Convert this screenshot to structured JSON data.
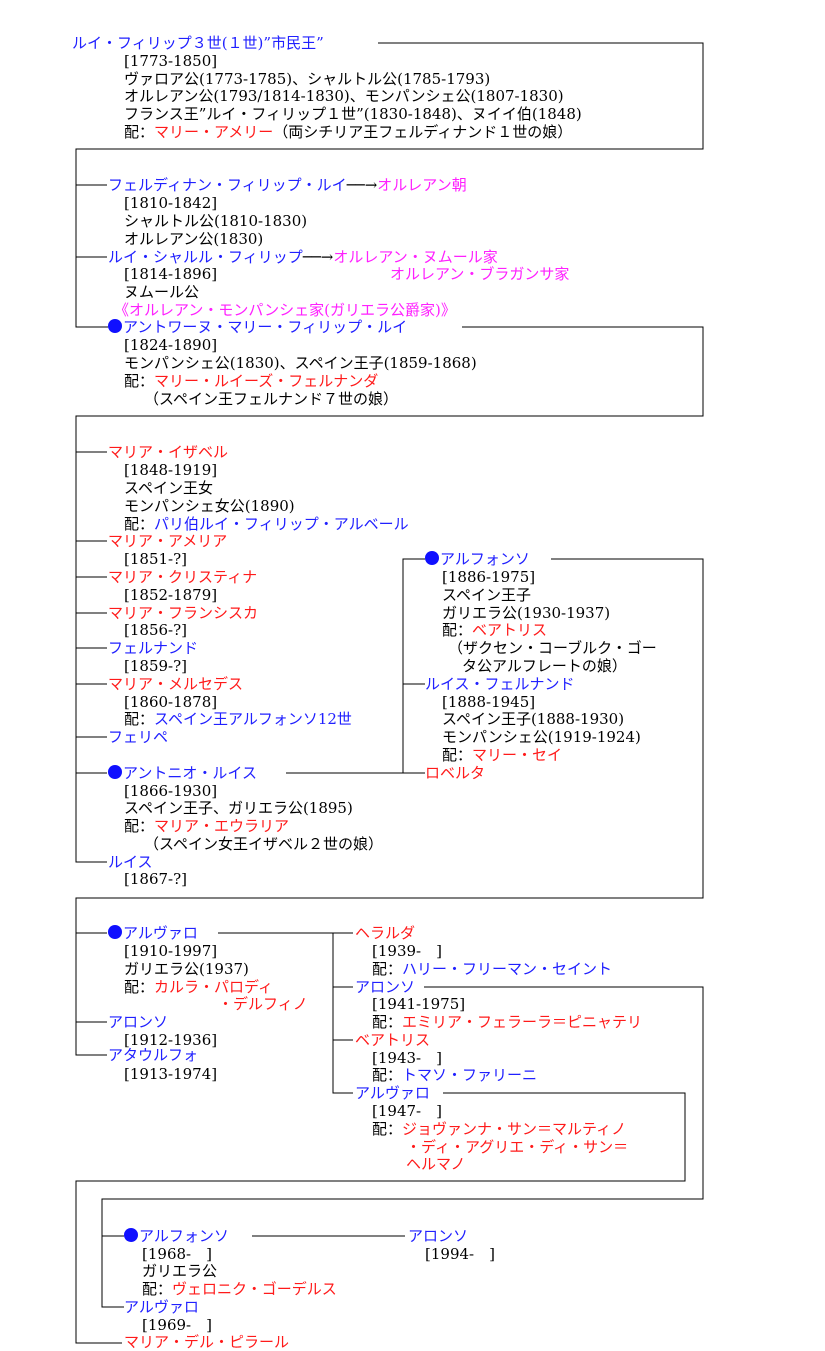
{
  "tree": {
    "root": {
      "name": "ルイ・フィリップ３世(１世)”市民王”",
      "years": "[1773-1850]",
      "titles1": "ヴァロア公(1773-1785)、シャルトル公(1785-1793)",
      "titles2": "オルレアン公(1793/1814-1830)、モンパンシェ公(1807-1830)",
      "titles3": "フランス王”ルイ・フィリップ１世”(1830-1848)、ヌイイ伯(1848)",
      "spouse_prefix": "配：",
      "spouse": "マリー・アメリー",
      "spouse_note": "（両シチリア王フェルディナンド１世の娘）"
    },
    "gen1": {
      "ferdinand": {
        "name": "フェルディナン・フィリップ・ルイ",
        "arrow": "──→",
        "link": "オルレアン朝",
        "years": "[1810-1842]",
        "t1": "シャルトル公(1810-1830)",
        "t2": "オルレアン公(1830)"
      },
      "louis": {
        "name": "ルイ・シャルル・フィリップ",
        "arrow": "──→",
        "link1": "オルレアン・ヌムール家",
        "link2": "オルレアン・ブラガンサ家",
        "years": "[1814-1896]",
        "t1": "ヌムール公"
      },
      "house_heading": "《オルレアン・モンパンシェ家(ガリエラ公爵家)》",
      "antoine": {
        "name": "アントワーヌ・マリー・フィリップ・ルイ",
        "years": "[1824-1890]",
        "t1": "モンパンシェ公(1830)、スペイン王子(1859-1868)",
        "spouse_prefix": "配：",
        "spouse": "マリー・ルイーズ・フェルナンダ",
        "spouse_note": "（スペイン王フェルナンド７世の娘）"
      }
    },
    "gen2": {
      "isabel": {
        "name": "マリア・イザベル",
        "years": "[1848-1919]",
        "t1": "スペイン王女",
        "t2": "モンパンシェ女公(1890)",
        "spouse_prefix": "配：",
        "spouse": "パリ伯ルイ・フィリップ・アルベール"
      },
      "amelia": {
        "name": "マリア・アメリア",
        "years": "[1851-?]"
      },
      "cristina": {
        "name": "マリア・クリスティナ",
        "years": "[1852-1879]"
      },
      "francisca": {
        "name": "マリア・フランシスカ",
        "years": "[1856-?]"
      },
      "fernando": {
        "name": "フェルナンド",
        "years": "[1859-?]"
      },
      "mercedes": {
        "name": "マリア・メルセデス",
        "years": "[1860-1878]",
        "spouse_prefix": "配：",
        "spouse": "スペイン王アルフォンソ12世"
      },
      "felipe": {
        "name": "フェリペ"
      },
      "antonio": {
        "name": "アントニオ・ルイス",
        "years": "[1866-1930]",
        "t1": "スペイン王子、ガリエラ公(1895)",
        "spouse_prefix": "配：",
        "spouse": "マリア・エウラリア",
        "spouse_note": "（スペイン女王イザベル２世の娘）"
      },
      "luis": {
        "name": "ルイス",
        "years": "[1867-?]"
      }
    },
    "gen3": {
      "alfonso": {
        "name": "アルフォンソ",
        "years": "[1886-1975]",
        "t1": "スペイン王子",
        "t2": "ガリエラ公(1930-1937)",
        "spouse_prefix": "配：",
        "spouse": "ベアトリス",
        "spouse_note1": "（ザクセン・コーブルク・ゴー",
        "spouse_note2": "タ公アルフレートの娘）"
      },
      "luis_fernando": {
        "name": "ルイス・フェルナンド",
        "years": "[1888-1945]",
        "t1": "スペイン王子(1888-1930)",
        "t2": "モンパンシェ公(1919-1924)",
        "spouse_prefix": "配：",
        "spouse": "マリー・セイ"
      },
      "roberta": {
        "name": "ロベルタ"
      }
    },
    "gen4": {
      "alvaro": {
        "name": "アルヴァロ",
        "years": "[1910-1997]",
        "t1": "ガリエラ公(1937)",
        "spouse_prefix": "配：",
        "spouse1": "カルラ・パロディ",
        "spouse2": "・デルフィノ"
      },
      "alonso": {
        "name": "アロンソ",
        "years": "[1912-1936]"
      },
      "ataulfo": {
        "name": "アタウルフォ",
        "years": "[1913-1974]"
      }
    },
    "gen5": {
      "gerarda": {
        "name": "ヘラルダ",
        "years": "[1939-　]",
        "spouse_prefix": "配：",
        "spouse": "ハリー・フリーマン・セイント"
      },
      "alonso": {
        "name": "アロンソ",
        "years": "[1941-1975]",
        "spouse_prefix": "配：",
        "spouse": "エミリア・フェラーラ＝ピニャテリ"
      },
      "beatriz": {
        "name": "ベアトリス",
        "years": "[1943-　]",
        "spouse_prefix": "配：",
        "spouse": "トマソ・ファリーニ"
      },
      "alvaro": {
        "name": "アルヴァロ",
        "years": "[1947-　]",
        "spouse_prefix": "配：",
        "spouse1": "ジョヴァンナ・サン＝マルティノ",
        "spouse2": "・ディ・アグリエ・ディ・サン＝",
        "spouse3": "ヘルマノ"
      }
    },
    "gen6": {
      "alfonso": {
        "name": "アルフォンソ",
        "years": "[1968-　]",
        "t1": "ガリエラ公",
        "spouse_prefix": "配：",
        "spouse": "ヴェロニク・ゴーデルス"
      },
      "alvaro": {
        "name": "アルヴァロ",
        "years": "[1969-　]"
      },
      "maria_pilar": {
        "name": "マリア・デル・ピラール"
      }
    },
    "gen7": {
      "alonso": {
        "name": "アロンソ",
        "years": "[1994-　]"
      }
    }
  },
  "colors": {
    "male": "#2020ff",
    "female": "#ff1a1a",
    "link": "#ff20ff",
    "text": "#000000",
    "dot": "#1010ff"
  }
}
